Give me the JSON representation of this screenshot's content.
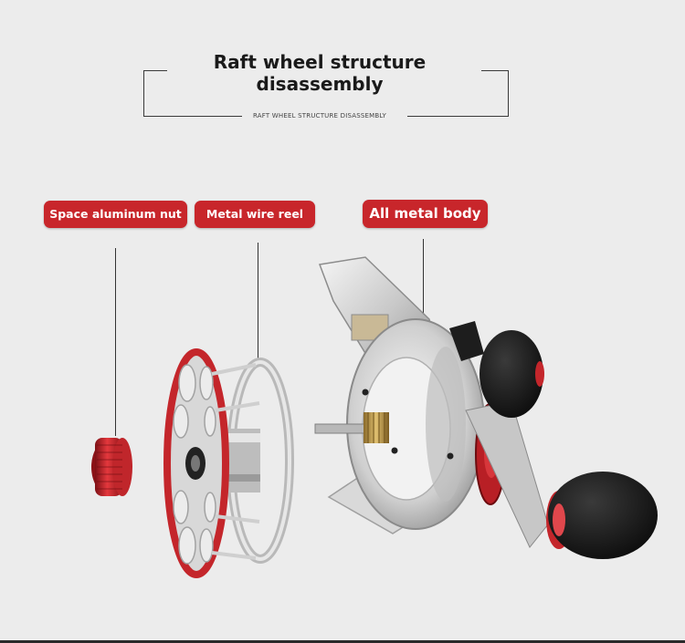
{
  "header": {
    "title_line1": "Raft wheel structure",
    "title_line2": "disassembly",
    "subtitle": "RAFT WHEEL STRUCTURE DISASSEMBLY"
  },
  "labels": {
    "nut": "Space aluminum nut",
    "reel": "Metal wire reel",
    "body": "All metal body"
  },
  "colors": {
    "background": "#ececec",
    "accent_red": "#c8262b",
    "frame": "#3a3a3a"
  }
}
